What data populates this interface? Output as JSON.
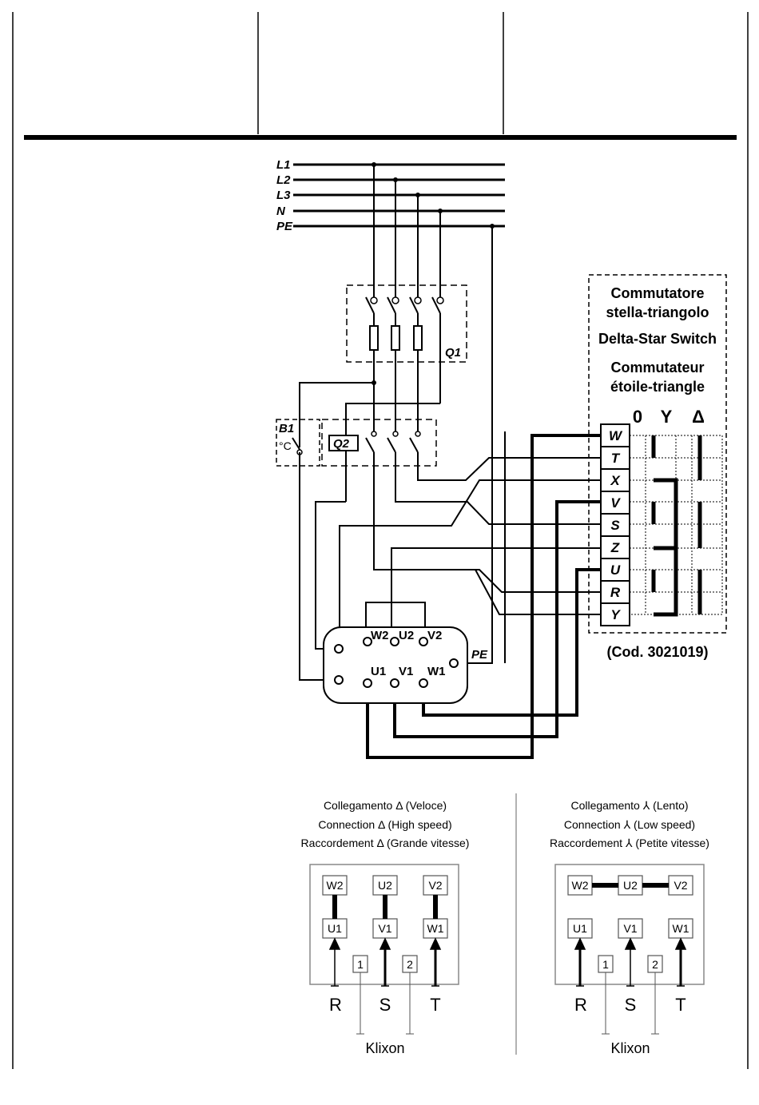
{
  "supply_lines": [
    "L1",
    "L2",
    "L3",
    "N",
    "PE"
  ],
  "devices": {
    "q1": "Q1",
    "q2": "Q2",
    "b1": "B1",
    "b1_symbol": "°C"
  },
  "switch": {
    "title_it_1": "Commutatore",
    "title_it_2": "stella-triangolo",
    "title_en": "Delta-Star Switch",
    "title_fr_1": "Commutateur",
    "title_fr_2": "étoile-triangle",
    "positions": [
      "0",
      "Y",
      "Δ"
    ],
    "terminals": [
      "W",
      "T",
      "X",
      "V",
      "S",
      "Z",
      "U",
      "R",
      "Y"
    ],
    "code": "(Cod. 3021019)"
  },
  "motor": {
    "top_terminals": [
      "W2",
      "U2",
      "V2"
    ],
    "bottom_terminals": [
      "U1",
      "V1",
      "W1"
    ],
    "pe_label": "PE"
  },
  "delta_connection": {
    "caption_it": "Collegamento Δ (Veloce)",
    "caption_en": "Connection Δ (High speed)",
    "caption_fr": "Raccordement Δ (Grande vitesse)"
  },
  "star_connection": {
    "caption_it": "Collegamento ⅄ (Lento)",
    "caption_en": "Connection ⅄ (Low speed)",
    "caption_fr": "Raccordement ⅄ (Petite vitesse)"
  },
  "terminal_box": {
    "top": [
      "W2",
      "U2",
      "V2"
    ],
    "bottom": [
      "U1",
      "V1",
      "W1"
    ],
    "klixon_terminals": [
      "1",
      "2"
    ],
    "phases": [
      "R",
      "S",
      "T"
    ],
    "klixon_label": "Klixon"
  }
}
